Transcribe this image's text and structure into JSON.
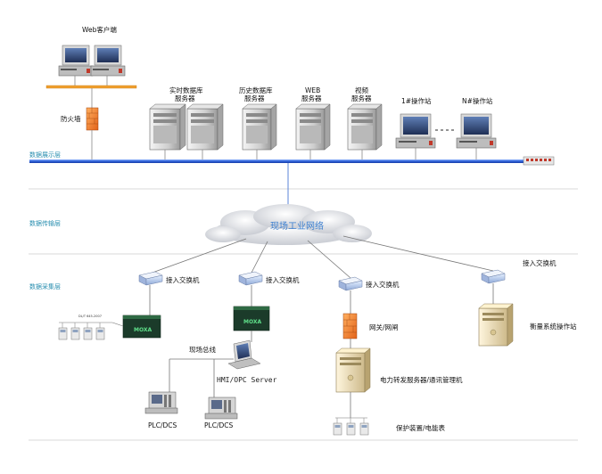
{
  "layers": {
    "presentation": "数据展示层",
    "transport": "数据传输层",
    "acquisition": "数据采集层"
  },
  "top": {
    "web_client": "Web客户端",
    "firewall": "防火墙",
    "realtime_db_l1": "实时数据库",
    "realtime_db_l2": "服务器",
    "history_db_l1": "历史数据库",
    "history_db_l2": "服务器",
    "web_l1": "WEB",
    "web_l2": "服务器",
    "video_l1": "视频",
    "video_l2": "服务器",
    "op_station_1": "1#操作站",
    "op_station_n": "N#操作站"
  },
  "network": {
    "cloud_label": "现场工业网络"
  },
  "bottom": {
    "access_switch": "接入交换机",
    "device_tag": "DL/T 645-2007",
    "moxa_logo": "MOXA",
    "fieldbus": "现场总线",
    "hmi_opc": "HMI/OPC Server",
    "plc_dcs": "PLC/DCS",
    "gateway": "网关/网闸",
    "power_server": "电力转发服务器/通讯管理机",
    "protection": "保护装置/电能表",
    "metering_station": "衡量系统操作站"
  },
  "colors": {
    "bus": "#3a6fd8",
    "firewall": "#ef8a2e",
    "layer_text": "#2a8fb0",
    "cloud_text": "#3b7fd0",
    "moxa_green": "#1a5c2a"
  }
}
